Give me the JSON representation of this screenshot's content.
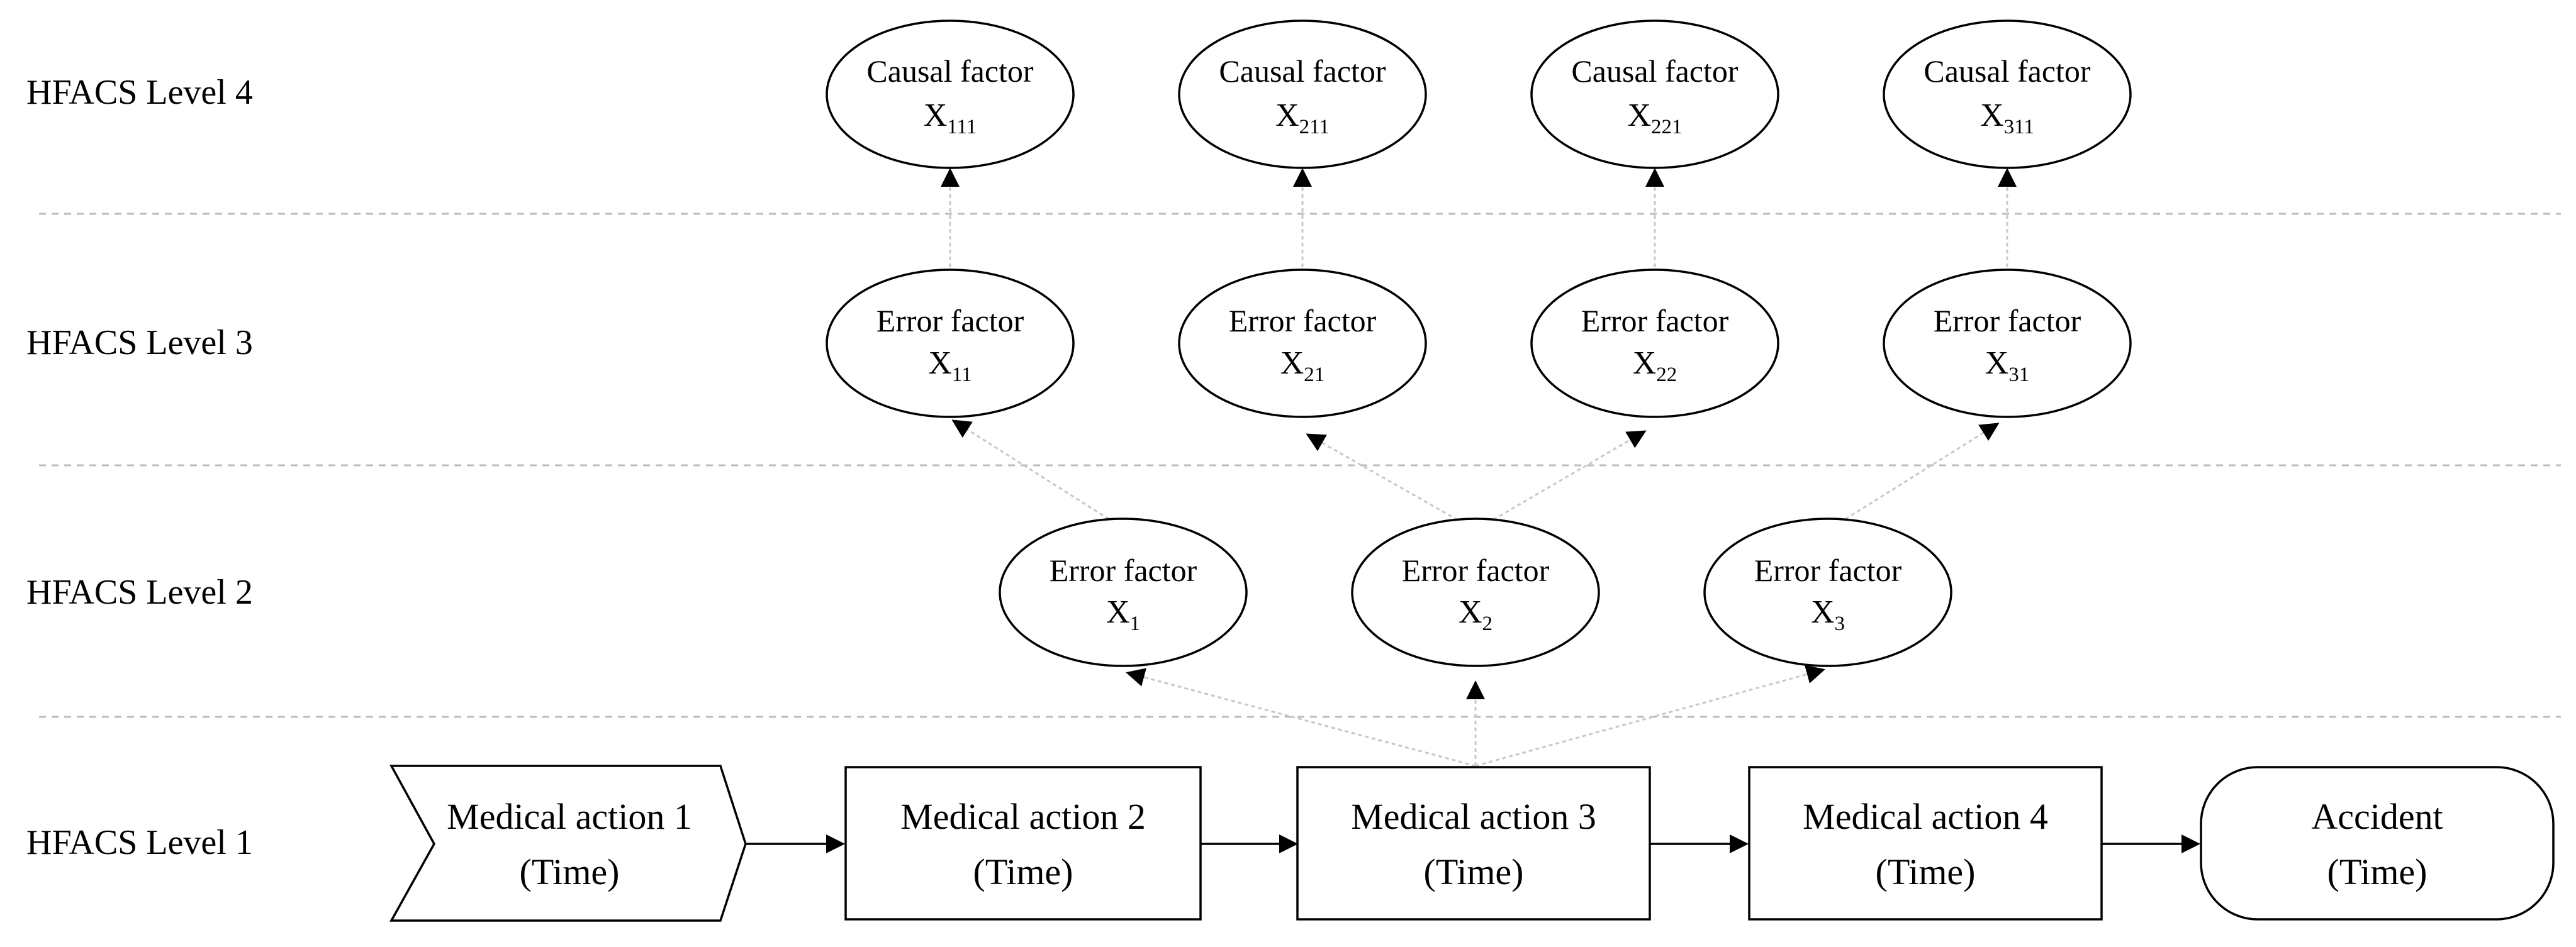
{
  "levels": [
    "HFACS Level 4",
    "HFACS Level 3",
    "HFACS Level 2",
    "HFACS Level 1"
  ],
  "level4": [
    {
      "title": "Causal factor",
      "var": "X",
      "sub": "111"
    },
    {
      "title": "Causal factor",
      "var": "X",
      "sub": "211"
    },
    {
      "title": "Causal factor",
      "var": "X",
      "sub": "221"
    },
    {
      "title": "Causal factor",
      "var": "X",
      "sub": "311"
    }
  ],
  "level3": [
    {
      "title": "Error factor",
      "var": "X",
      "sub": "11"
    },
    {
      "title": "Error factor",
      "var": "X",
      "sub": "21"
    },
    {
      "title": "Error factor",
      "var": "X",
      "sub": "22"
    },
    {
      "title": "Error factor",
      "var": "X",
      "sub": "31"
    }
  ],
  "level2": [
    {
      "title": "Error factor",
      "var": "X",
      "sub": "1"
    },
    {
      "title": "Error factor",
      "var": "X",
      "sub": "2"
    },
    {
      "title": "Error factor",
      "var": "X",
      "sub": "3"
    }
  ],
  "level1": [
    {
      "line1": "Medical action 1",
      "line2": "(Time)"
    },
    {
      "line1": "Medical action 2",
      "line2": "(Time)"
    },
    {
      "line1": "Medical action 3",
      "line2": "(Time)"
    },
    {
      "line1": "Medical action 4",
      "line2": "(Time)"
    },
    {
      "line1": "Accident",
      "line2": "(Time)"
    }
  ]
}
